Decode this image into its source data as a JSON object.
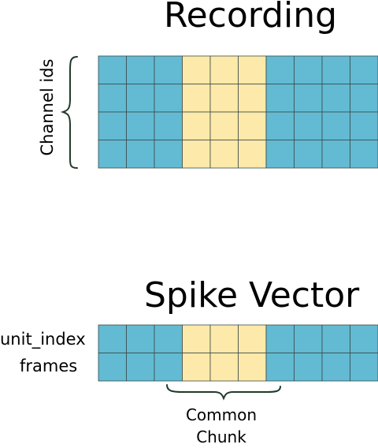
{
  "recording": {
    "title": "Recording",
    "axis_label": "Channel ids",
    "rows": 4,
    "columns": 10,
    "highlight_columns": [
      3,
      4,
      5
    ]
  },
  "spike_vector": {
    "title": "Spike Vector",
    "row_labels": [
      "unit_index",
      "frames"
    ],
    "columns": 10,
    "highlight_columns": [
      3,
      4,
      5
    ],
    "chunk_label": "Common Chunk"
  },
  "colors": {
    "cell": "#62bbd3",
    "highlight": "#fde9a9",
    "grid_line": "#3b4a4a",
    "brace": "#213a2a"
  }
}
